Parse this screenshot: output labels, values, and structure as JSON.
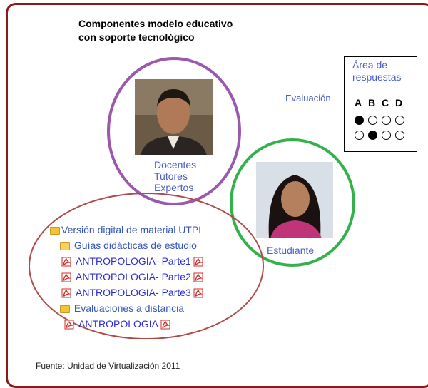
{
  "title": "Componentes modelo educativo\ncon soporte tecnológico",
  "roles": {
    "docente_labels": [
      "Docentes",
      "Tutores",
      "Expertos"
    ],
    "estudiante_label": "Estudiante",
    "evaluacion_label": "Evaluación"
  },
  "answers_box": {
    "title_line1": "Área de",
    "title_line2": "respuestas",
    "letters": [
      "A",
      "B",
      "C",
      "D"
    ],
    "rows": [
      [
        true,
        false,
        false,
        false
      ],
      [
        false,
        true,
        false,
        false
      ]
    ]
  },
  "material": {
    "root": "Versión digital de material UTPL",
    "guides_folder": "Guías didácticas de estudio",
    "guides": [
      "ANTROPOLOGIA- Parte1",
      "ANTROPOLOGIA- Parte2",
      "ANTROPOLOGIA- Parte3"
    ],
    "evaluations_folder": "Evaluaciones a distancia",
    "evaluations": [
      "ANTROPOLOGIA"
    ]
  },
  "source": "Fuente: Unidad de Virtualización 2011",
  "colors": {
    "frame": "#8b1a1a",
    "docentes_ellipse": "#9a59ad",
    "estudiante_ellipse": "#33b14a",
    "material_ellipse": "#b04a48",
    "label_blue": "#4a5fc6",
    "folder_yellow": "#f4c330",
    "pdf_red": "#d12b2b"
  }
}
